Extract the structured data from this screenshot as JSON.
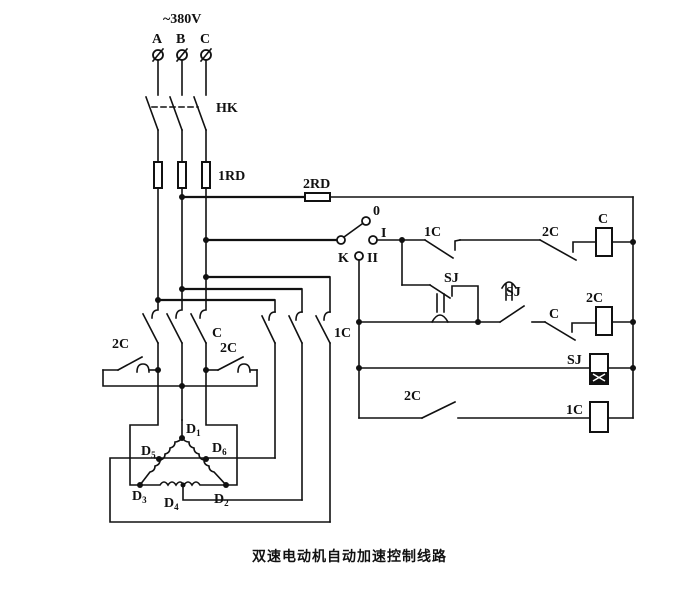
{
  "supply": {
    "voltage": "~380V",
    "phases": [
      "A",
      "B",
      "C"
    ]
  },
  "components": {
    "knife_switch": "HK",
    "main_fuses": "1RD",
    "control_fuse": "2RD",
    "selector_switch": {
      "label": "K",
      "positions": [
        "0",
        "I",
        "II"
      ]
    },
    "contacts": {
      "power_2c_left": "2C",
      "power_2c_right": "2C",
      "power_c": "C",
      "power_1c": "1C",
      "ctrl_1c": "1C",
      "ctrl_2c_top": "2C",
      "ctrl_sj_nc": "SJ",
      "ctrl_sj_no": "SJ",
      "ctrl_c": "C",
      "ctrl_2c_bottom": "2C"
    },
    "coils": [
      "C",
      "2C",
      "SJ",
      "1C"
    ]
  },
  "motor_terminals": [
    "D1",
    "D2",
    "D3",
    "D4",
    "D5",
    "D6"
  ],
  "motor_terminal_parts": [
    {
      "letter": "D",
      "sub": "1"
    },
    {
      "letter": "D",
      "sub": "2"
    },
    {
      "letter": "D",
      "sub": "3"
    },
    {
      "letter": "D",
      "sub": "4"
    },
    {
      "letter": "D",
      "sub": "5"
    },
    {
      "letter": "D",
      "sub": "6"
    }
  ],
  "caption": "双速电动机自动加速控制线路"
}
